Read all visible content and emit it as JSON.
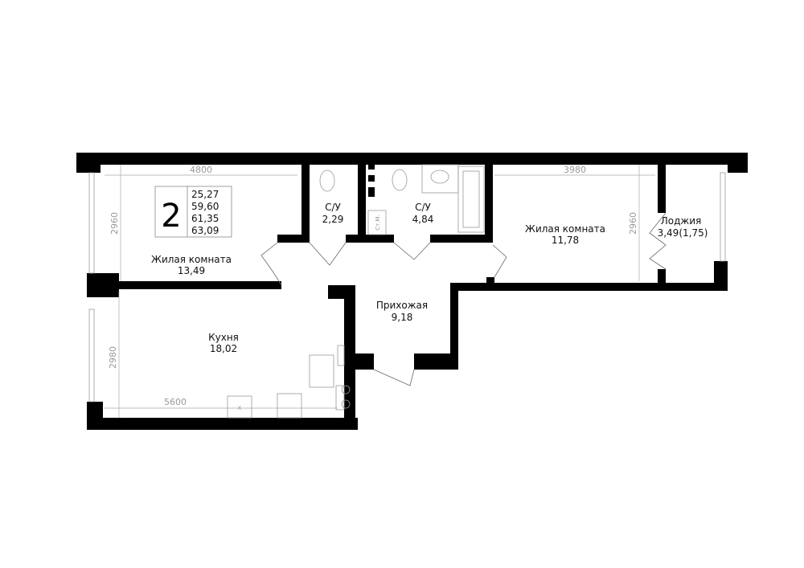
{
  "plan": {
    "rooms_count": "2",
    "areas": [
      "25,27",
      "59,60",
      "61,35",
      "63,09"
    ],
    "rooms": [
      {
        "name": "Жилая комната",
        "area": "13,49"
      },
      {
        "name": "С/У",
        "area": "2,29"
      },
      {
        "name": "С/У",
        "area": "4,84"
      },
      {
        "name": "Жилая комната",
        "area": "11,78"
      },
      {
        "name": "Лоджия",
        "area": "3,49(1,75)"
      },
      {
        "name": "Прихожая",
        "area": "9,18"
      },
      {
        "name": "Кухня",
        "area": "18,02"
      }
    ],
    "dimensions": {
      "room1_width": "4800",
      "room1_depth": "2960",
      "room2_width": "3980",
      "room2_depth": "2960",
      "kitchen_width": "5600",
      "kitchen_depth": "2980"
    },
    "shaft_label": "Ст.М.",
    "washer_mark": "X",
    "colors": {
      "wall": "#000000",
      "dimension": "#aaaaaa"
    }
  }
}
